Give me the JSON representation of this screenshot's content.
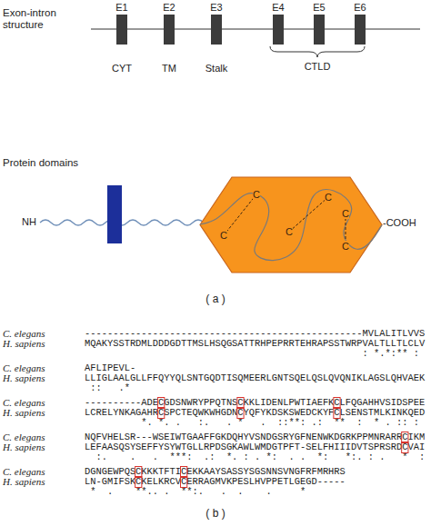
{
  "diagram": {
    "nodes": [
      {
        "text": [
          "E1",
          "CYT"
        ]
      },
      {
        "text": [
          "E2",
          "TM"
        ]
      },
      {
        "text": [
          "E3",
          "Stalk"
        ]
      },
      {
        "text": [
          "E4"
        ]
      },
      {
        "text": [
          "E5"
        ]
      },
      {
        "text": [
          "E6"
        ]
      },
      {
        "text": [
          "C",
          "C",
          "C",
          "C",
          "C",
          "C"
        ]
      }
    ],
    "labels": [
      "Exon-intron structure",
      "CTLD",
      "Protein domains",
      "NH",
      "-COOH",
      "( a )",
      "C. elegans",
      "-------------------------------------------------MVLALITLVVS",
      "H. sapiens",
      "MQAKYSSTRDMLDDDGDTTMSLHSQGSATTRHPEPRRTEHRAPSSTWRPVALTLLTLCLV",
      "                                                 : *.*:** :",
      "C. elegans",
      "AFLIPEVL-",
      "H. sapiens",
      "LLIGLAALGLLFFQYYQLSNTGQDTISQMEERLGNTSQELQSLQVQNIKLAGSLQHVAEK",
      " ::   .*",
      "C. elegans",
      "----------ADECGDSNWRYPPQTNSCKKLIDENLPWTIAEFKCLFQGAHHVSIDSPEE",
      "H. sapiens",
      "LCRELYNKAGAHRCSPCTEQWKWHGDNCYQFYKDSKSWEDCKYFCLSENSTMLKINKQED",
      "          *. *. .   :.   . *   .  ::**: .:  **  :  * . :: :",
      "C. elegans",
      "NQFVHELSR---WSEIWTGAAFFGKDQHYVSNDGSRYGFNENWKDGRKPPMNRARRCIKM",
      "H. sapiens",
      "LEFAASQSYSEFFYSYWTGLLRPDSGKAWLWMDGTPFT-SELFHIIIDVTSPRSRDCVAI",
      "  :.    .   .  ***:  .:  *. : . *:  . .  *:   *:. : .   *  :",
      "C. elegans",
      "DGNGEWPQSCKKKTFTICEKKAAYSASSYSGSNNSVNGFRFMRHRS",
      "H. sapiens",
      "LN-GMIFSKCKELKRCVCERRAGMVKPESLHVPPETLGEGD-----",
      " *  .    **.. .  **:.   .  .    .     *",
      "( b )"
    ]
  }
}
